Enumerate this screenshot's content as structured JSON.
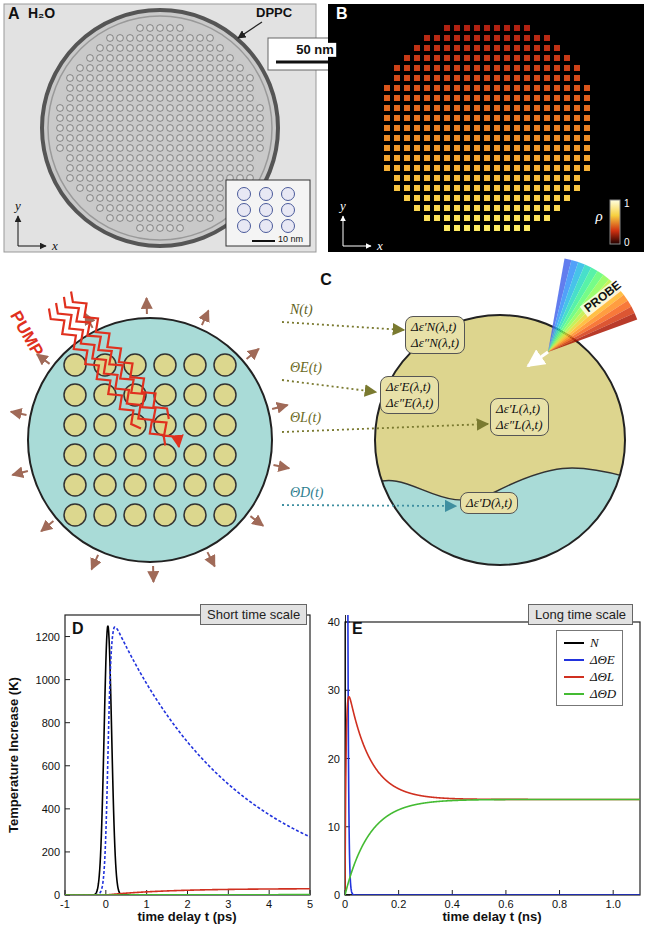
{
  "diagram": {
    "nodes": [
      {
        "text": [
          "Δε′N(λ,t)",
          "Δε″N(λ,t)"
        ]
      },
      {
        "text": [
          "Δε′E(λ,t)",
          "Δε″E(λ,t)"
        ]
      },
      {
        "text": [
          "Δε′L(λ,t)",
          "Δε″L(λ,t)"
        ]
      },
      {
        "text": [
          "Δε′D(λ,t)"
        ]
      },
      {
        "text": [
          "Short time scale"
        ]
      },
      {
        "text": [
          "Long time scale"
        ]
      }
    ],
    "labels": [
      "A",
      "H₂O",
      "DPPC",
      "10 nm",
      "y",
      "x",
      "50 nm",
      "B",
      "y",
      "x",
      "ρ",
      "1",
      "0",
      "PUMP",
      "C",
      "N(t)",
      "ΘE(t)",
      "ΘL(t)",
      "ΘD(t)",
      "PROBE",
      "D",
      "Temperature Increase (K)",
      "0",
      "200",
      "400",
      "600",
      "800",
      "1000",
      "1200",
      "-1",
      "0",
      "1",
      "2",
      "3",
      "4",
      "5",
      "time delay t (ps)",
      "E",
      "0",
      "10",
      "20",
      "30",
      "40",
      "0",
      "0.2",
      "0.4",
      "0.6",
      "0.8",
      "1.0",
      "time delay t (ns)"
    ],
    "legend": [
      {
        "text": "N"
      },
      {
        "text": "ΔΘE"
      },
      {
        "text": "ΔΘL"
      },
      {
        "text": "ΔΘD"
      }
    ]
  }
}
